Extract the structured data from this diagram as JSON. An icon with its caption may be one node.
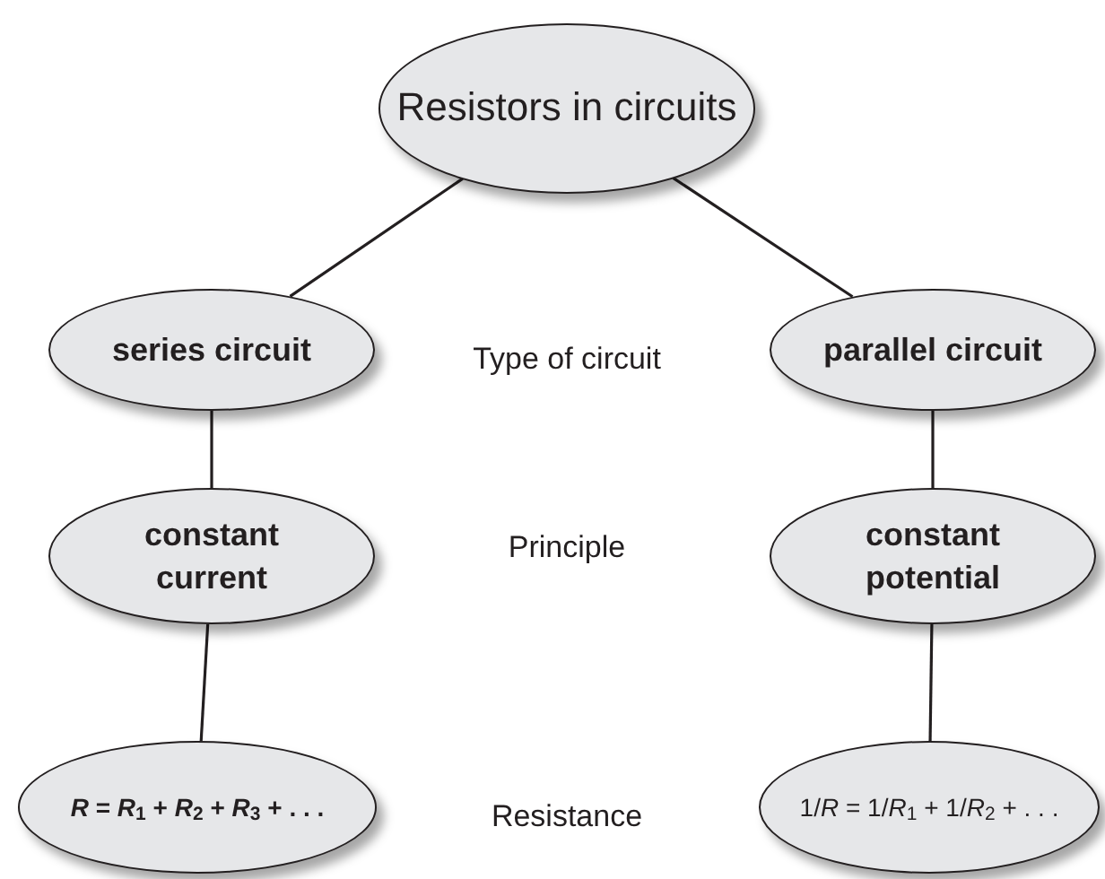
{
  "diagram": {
    "nodes": [
      {
        "text": [
          "Resistors in circuits"
        ]
      },
      {
        "text": [
          "series circuit"
        ]
      },
      {
        "text": [
          "parallel circuit"
        ]
      },
      {
        "text": [
          "constant current"
        ]
      },
      {
        "text": [
          "constant potential"
        ]
      },
      {
        "text": [
          "*R* = *R*$_{1}$ + *R*$_{2}$ + *R*$_{3}$ + . . ."
        ]
      },
      {
        "text": [
          "1/*R* = 1/*R*$_{1}$ + 1/*R*$_{2}$ + . . ."
        ]
      }
    ],
    "edges": [
      {
        "from": 0,
        "to": 1,
        "arrow": "none"
      },
      {
        "from": 0,
        "to": 2,
        "arrow": "none"
      },
      {
        "from": 1,
        "to": 3,
        "arrow": "none"
      },
      {
        "from": 2,
        "to": 4,
        "arrow": "none"
      },
      {
        "from": 3,
        "to": 5,
        "arrow": "none"
      },
      {
        "from": 4,
        "to": 6,
        "arrow": "none"
      }
    ],
    "labels": [
      "Type of circuit",
      "Principle",
      "Resistance"
    ]
  }
}
